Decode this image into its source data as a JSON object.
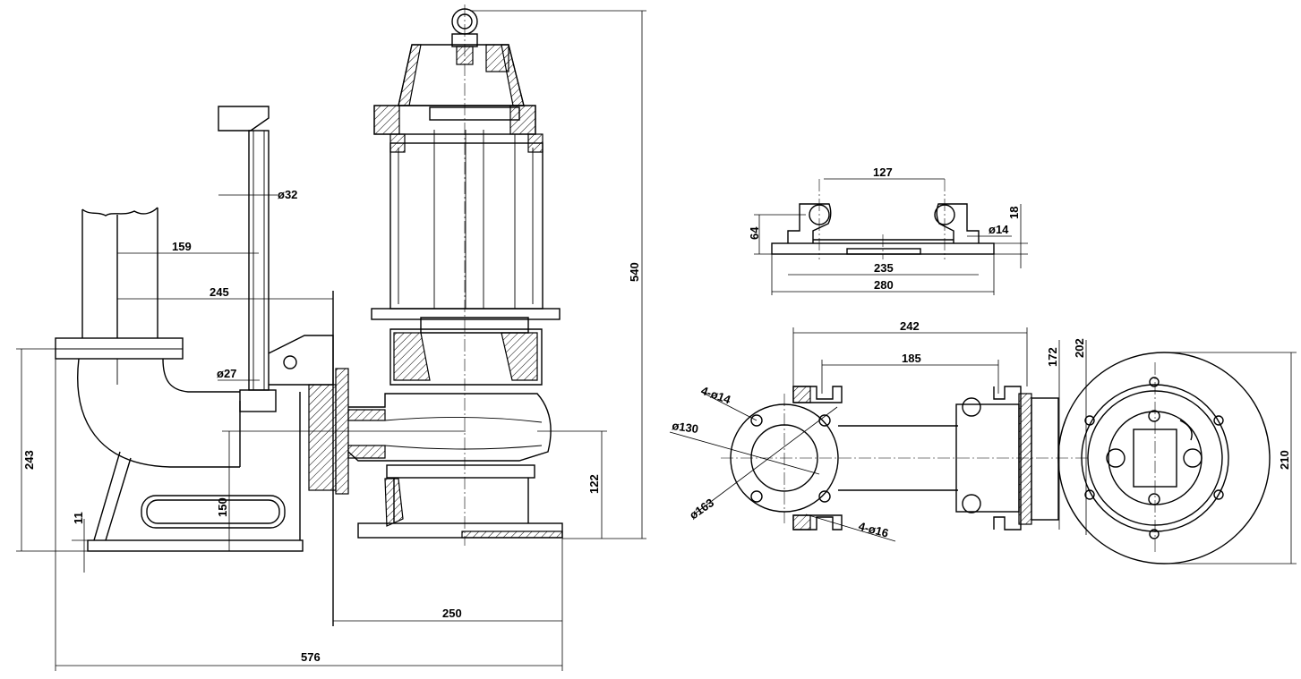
{
  "drawing": {
    "side_view": {
      "dims": {
        "d32": "ø32",
        "d159": "159",
        "d245": "245",
        "d27": "ø27",
        "d243": "243",
        "d11": "11",
        "d150": "150",
        "d540": "540",
        "d122": "122",
        "d250": "250",
        "d576": "576"
      }
    },
    "base_view": {
      "dims": {
        "d127": "127",
        "d64": "64",
        "d18": "18",
        "d14": "ø14",
        "d235": "235",
        "d280": "280"
      }
    },
    "plan_view": {
      "dims": {
        "d242": "242",
        "d185": "185",
        "d172": "172",
        "d202": "202",
        "d4x14": "4-ø14",
        "d130": "ø130",
        "d163": "ø163",
        "d4x16": "4-ø16",
        "d210": "210"
      }
    }
  }
}
